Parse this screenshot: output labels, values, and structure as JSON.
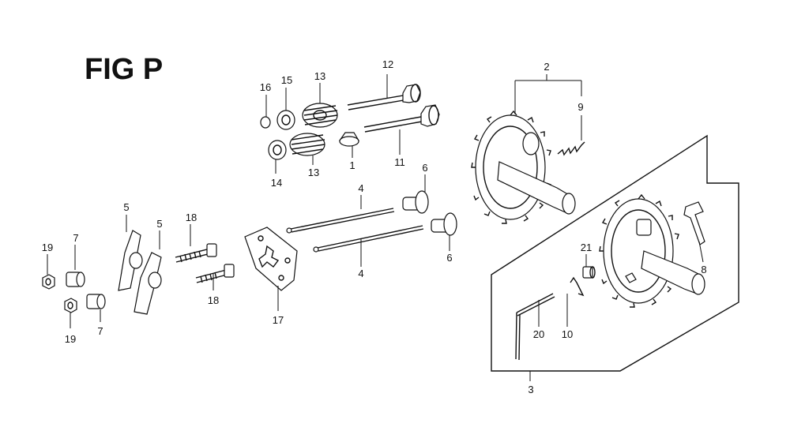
{
  "figure": {
    "title": "FIG P"
  },
  "callouts": {
    "c2": "2",
    "c9": "9",
    "c12": "12",
    "c16": "16",
    "c15": "15",
    "c13a": "13",
    "c13b": "13",
    "c14": "14",
    "c1": "1",
    "c11": "11",
    "c4a": "4",
    "c4b": "4",
    "c6a": "6",
    "c6b": "6",
    "c5a": "5",
    "c5b": "5",
    "c18a": "18",
    "c18b": "18",
    "c19a": "19",
    "c19b": "19",
    "c7a": "7",
    "c7b": "7",
    "c17": "17",
    "c21": "21",
    "c8": "8",
    "c20": "20",
    "c10": "10",
    "c3": "3"
  }
}
